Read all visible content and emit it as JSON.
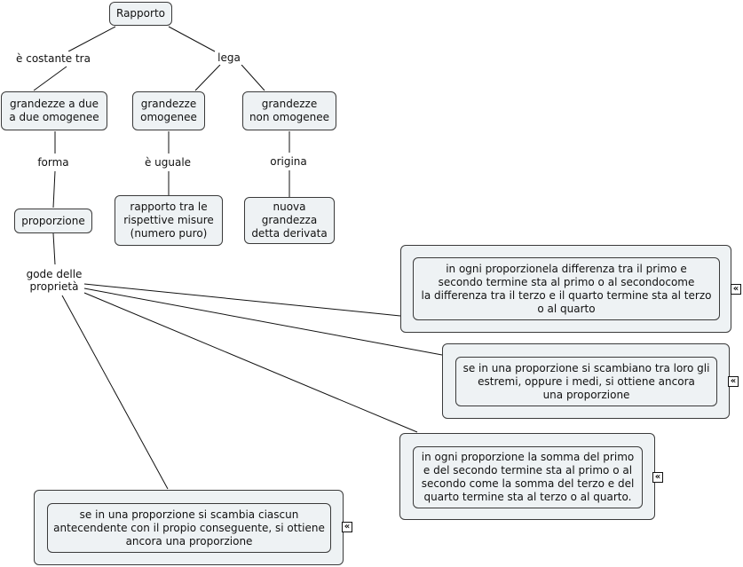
{
  "nodes": {
    "rapporto": "Rapporto",
    "grandezze_due": "grandezze a due\na due omogenee",
    "grandezze_omogenee": "grandezze\nomogenee",
    "grandezze_non_omogenee": "grandezze\nnon omogenee",
    "proporzione": "proporzione",
    "rapporto_misure": "rapporto tra le\nrispettive  misure\n(numero puro)",
    "nuova_grandezza": "nuova\ngrandezza\ndetta derivata"
  },
  "links": {
    "costante_tra": "è costante tra",
    "lega": "lega",
    "forma": "forma",
    "uguale": "è uguale",
    "origina": "origina",
    "gode": "gode delle\nproprietà"
  },
  "properties": [
    "in ogni proporzionela differenza tra il primo e\nsecondo termine sta al primo o al secondocome\nla differenza tra il terzo e il quarto termine sta al terzo\no al quarto",
    "se in una proporzione si scambiano tra loro gli\nestremi, oppure i medi, si ottiene ancora\nuna proporzione",
    "in ogni proporzione la somma del primo\ne del secondo termine sta al primo o al\nsecondo come la somma del terzo e del\nquarto termine sta al terzo o al quarto.",
    "se in una proporzione si scambia ciascun\nantecendente con il propio conseguente, si ottiene\nancora una proporzione"
  ],
  "expand_icon": "«",
  "colors": {
    "node_fill": "#eef2f4",
    "border": "#3a3a3a",
    "line": "#111111"
  }
}
